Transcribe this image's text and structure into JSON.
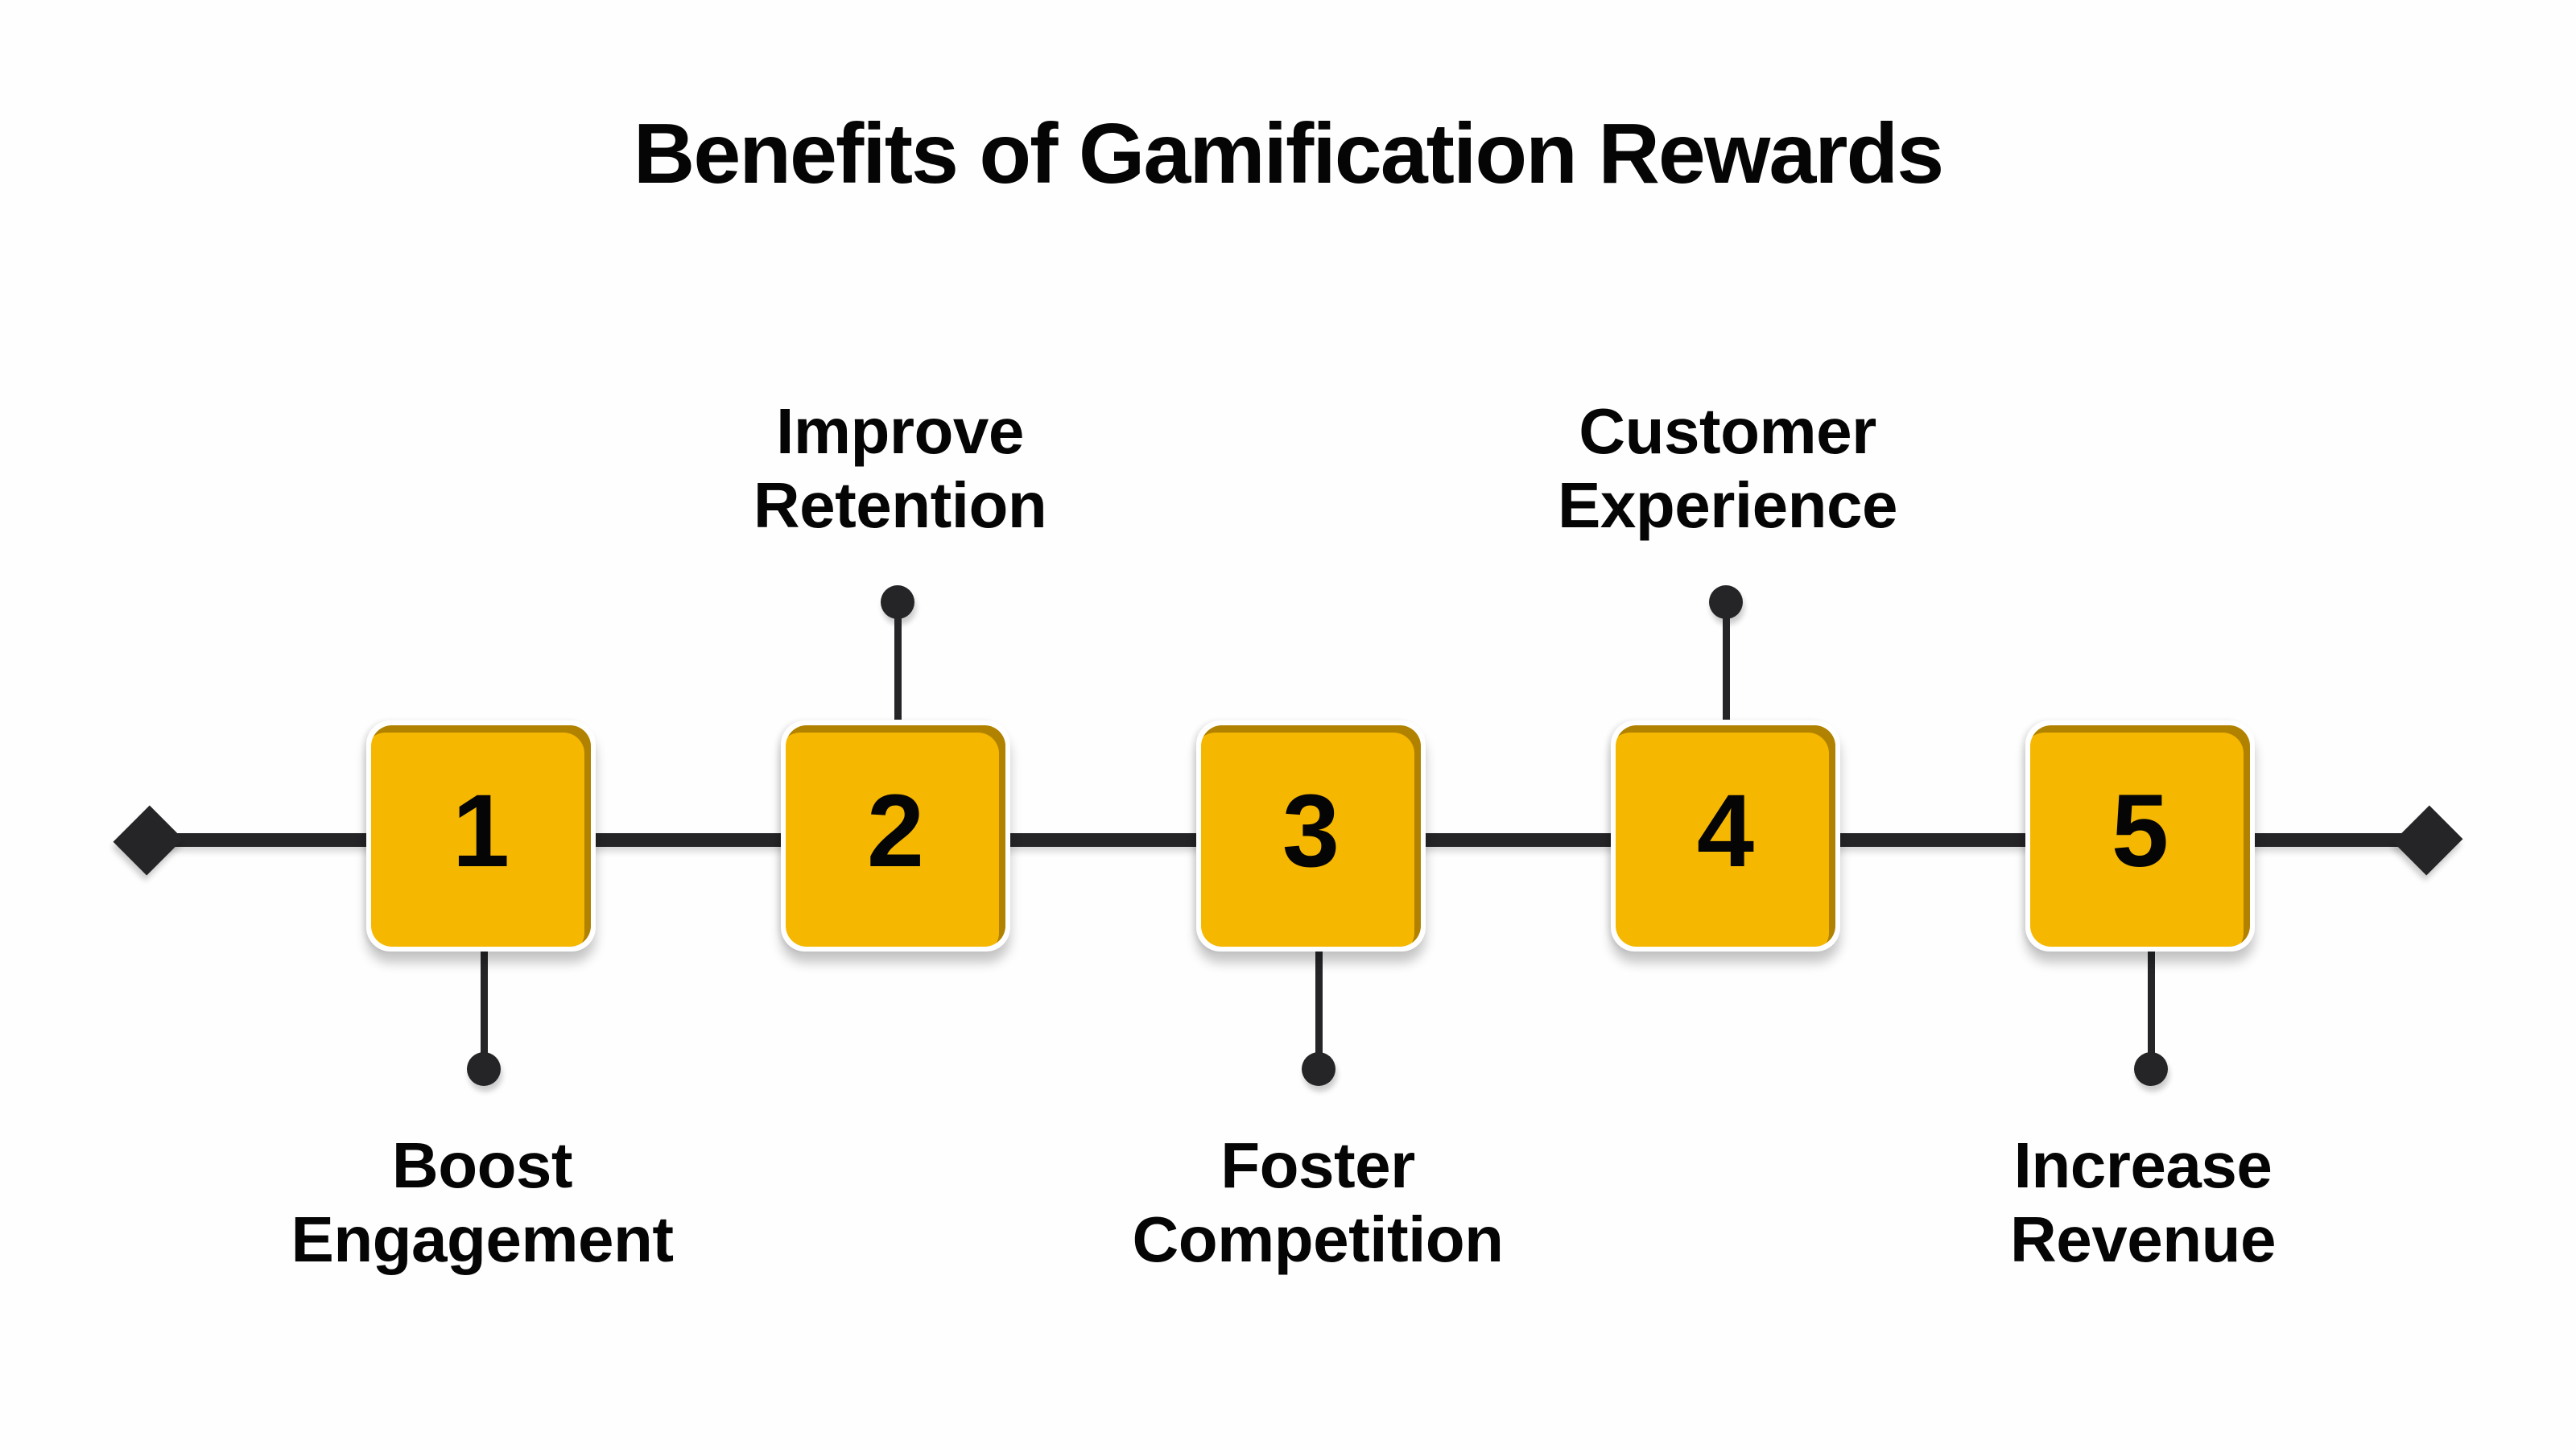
{
  "title": "Benefits of Gamification Rewards",
  "colors": {
    "box_fill": "#f5b700",
    "line": "#252427",
    "text": "#050505",
    "background": "#fefefe"
  },
  "steps": [
    {
      "number": "1",
      "label_line1": "Boost",
      "label_line2": "Engagement",
      "label_position": "below"
    },
    {
      "number": "2",
      "label_line1": "Improve",
      "label_line2": "Retention",
      "label_position": "above"
    },
    {
      "number": "3",
      "label_line1": "Foster",
      "label_line2": "Competition",
      "label_position": "below"
    },
    {
      "number": "4",
      "label_line1": "Customer",
      "label_line2": "Experience",
      "label_position": "above"
    },
    {
      "number": "5",
      "label_line1": "Increase",
      "label_line2": "Revenue",
      "label_position": "below"
    }
  ]
}
